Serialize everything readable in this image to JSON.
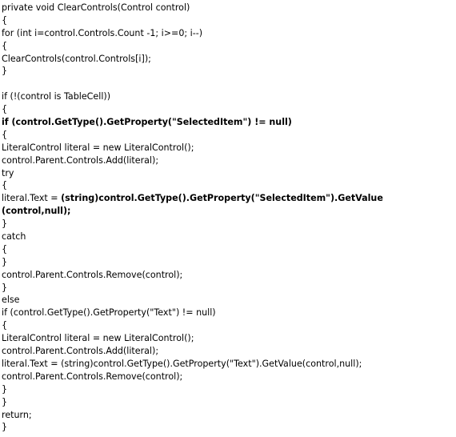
{
  "code": {
    "lines": [
      [
        {
          "t": "private void ClearControls(Control control)",
          "b": false
        }
      ],
      [
        {
          "t": "{",
          "b": false
        }
      ],
      [
        {
          "t": "for (int i=control.Controls.Count -1; i>=0; i--)",
          "b": false
        }
      ],
      [
        {
          "t": "{",
          "b": false
        }
      ],
      [
        {
          "t": "ClearControls(control.Controls[i]);",
          "b": false
        }
      ],
      [
        {
          "t": "}",
          "b": false
        }
      ],
      [
        {
          "t": "",
          "b": false
        }
      ],
      [
        {
          "t": "if (!(control is TableCell))",
          "b": false
        }
      ],
      [
        {
          "t": "{",
          "b": false
        }
      ],
      [
        {
          "t": "if (control.GetType().GetProperty(\"SelectedItem\") != null)",
          "b": true
        }
      ],
      [
        {
          "t": "{",
          "b": false
        }
      ],
      [
        {
          "t": "LiteralControl literal = new LiteralControl();",
          "b": false
        }
      ],
      [
        {
          "t": "control.Parent.Controls.Add(literal);",
          "b": false
        }
      ],
      [
        {
          "t": "try",
          "b": false
        }
      ],
      [
        {
          "t": "{",
          "b": false
        }
      ],
      [
        {
          "t": "literal.Text = ",
          "b": false
        },
        {
          "t": "(string)control.GetType().GetProperty(\"SelectedItem\").GetValue",
          "b": true
        }
      ],
      [
        {
          "t": "(control,null);",
          "b": true
        }
      ],
      [
        {
          "t": "}",
          "b": false
        }
      ],
      [
        {
          "t": "catch",
          "b": false
        }
      ],
      [
        {
          "t": "{",
          "b": false
        }
      ],
      [
        {
          "t": "}",
          "b": false
        }
      ],
      [
        {
          "t": "control.Parent.Controls.Remove(control);",
          "b": false
        }
      ],
      [
        {
          "t": "}",
          "b": false
        }
      ],
      [
        {
          "t": "else",
          "b": false
        }
      ],
      [
        {
          "t": "if (control.GetType().GetProperty(\"Text\") != null)",
          "b": false
        }
      ],
      [
        {
          "t": "{",
          "b": false
        }
      ],
      [
        {
          "t": "LiteralControl literal = new LiteralControl();",
          "b": false
        }
      ],
      [
        {
          "t": "control.Parent.Controls.Add(literal);",
          "b": false
        }
      ],
      [
        {
          "t": "literal.Text = (string)control.GetType().GetProperty(\"Text\").GetValue(control,null);",
          "b": false
        }
      ],
      [
        {
          "t": "control.Parent.Controls.Remove(control);",
          "b": false
        }
      ],
      [
        {
          "t": "}",
          "b": false
        }
      ],
      [
        {
          "t": "}",
          "b": false
        }
      ],
      [
        {
          "t": "return;",
          "b": false
        }
      ],
      [
        {
          "t": "}",
          "b": false
        }
      ]
    ]
  }
}
